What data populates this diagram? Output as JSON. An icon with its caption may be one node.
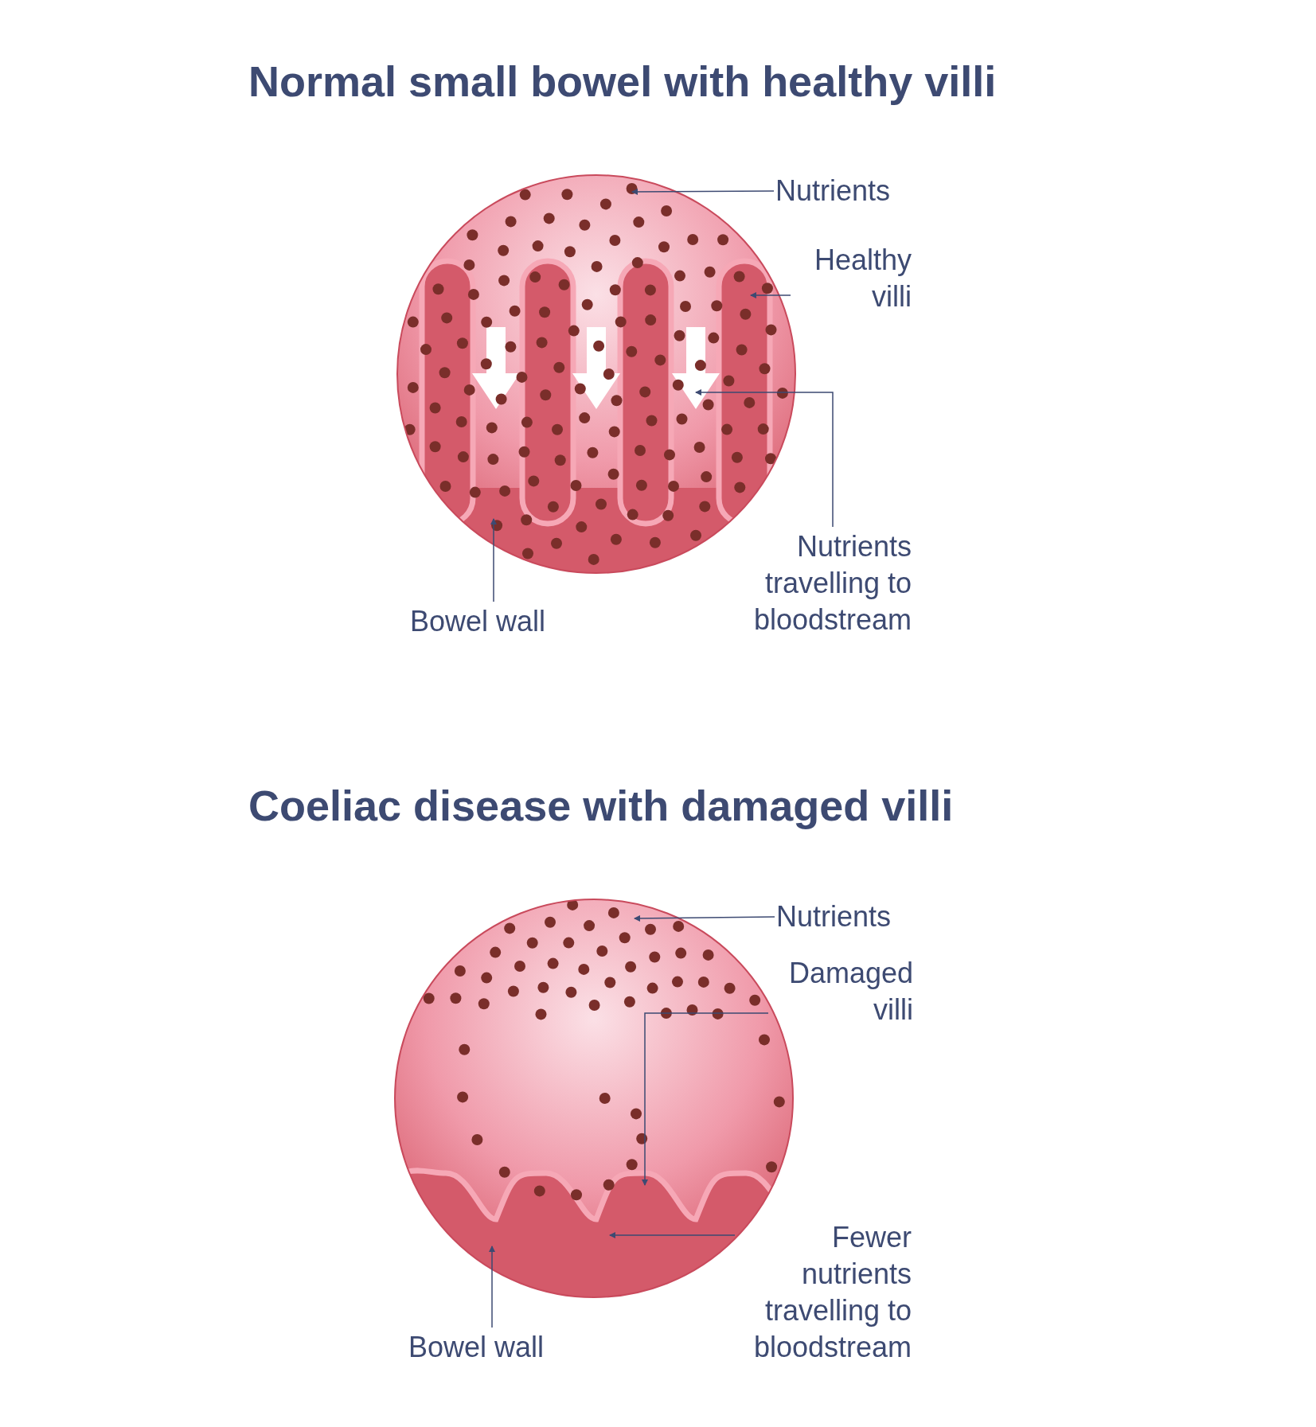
{
  "diagram": {
    "nodes": [
      {
        "text": [
          "Normal small bowel with healthy villi"
        ]
      },
      {
        "text": [
          "Nutrients"
        ]
      },
      {
        "text": [
          "Healthy villi"
        ]
      },
      {
        "text": [
          "Nutrients travelling to bloodstream"
        ]
      },
      {
        "text": [
          "Bowel wall"
        ]
      },
      {
        "text": [
          "Coeliac disease with damaged villi"
        ]
      },
      {
        "text": [
          "Nutrients"
        ]
      },
      {
        "text": [
          "Damaged villi"
        ]
      },
      {
        "text": [
          "Fewer nutrients travelling to bloodstream"
        ]
      },
      {
        "text": [
          "Bowel wall"
        ]
      }
    ],
    "edges": [
      {
        "from": 1,
        "to": 0,
        "arrow": "to"
      },
      {
        "from": 2,
        "to": 0,
        "arrow": "to"
      },
      {
        "from": 3,
        "to": 0,
        "arrow": "to"
      },
      {
        "from": 4,
        "to": 0,
        "arrow": "to"
      },
      {
        "from": 6,
        "to": 5,
        "arrow": "to"
      },
      {
        "from": 7,
        "to": 5,
        "arrow": "to"
      },
      {
        "from": 8,
        "to": 5,
        "arrow": "to"
      },
      {
        "from": 9,
        "to": 5,
        "arrow": "to"
      }
    ]
  }
}
